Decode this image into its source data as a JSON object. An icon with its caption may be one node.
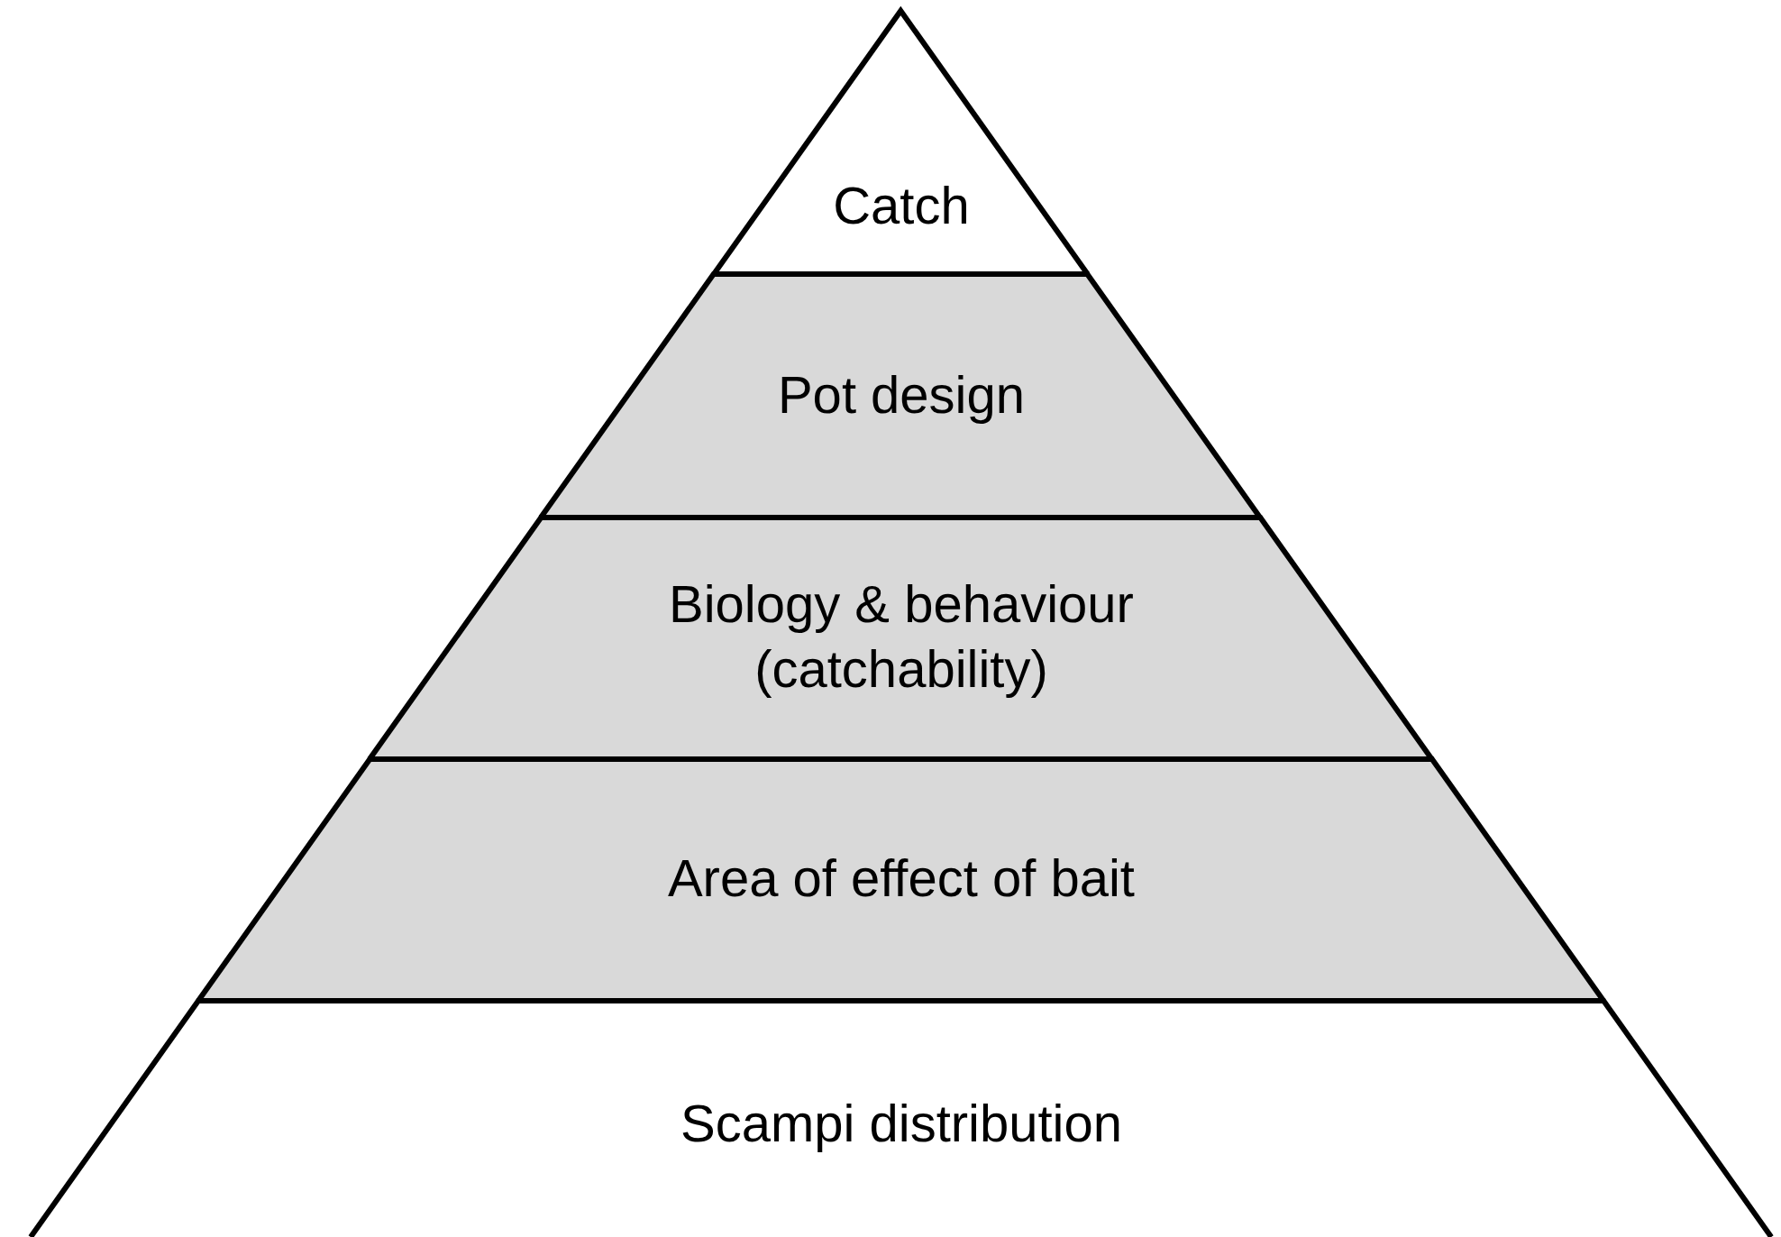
{
  "diagram": {
    "nodes": [
      {
        "text": [
          "Catch"
        ]
      },
      {
        "text": [
          "Pot design"
        ]
      },
      {
        "text": [
          "Biology & behaviour (catchability)"
        ]
      },
      {
        "text": [
          "Area of effect of bait"
        ]
      },
      {
        "text": [
          "Scampi distribution"
        ]
      }
    ]
  }
}
